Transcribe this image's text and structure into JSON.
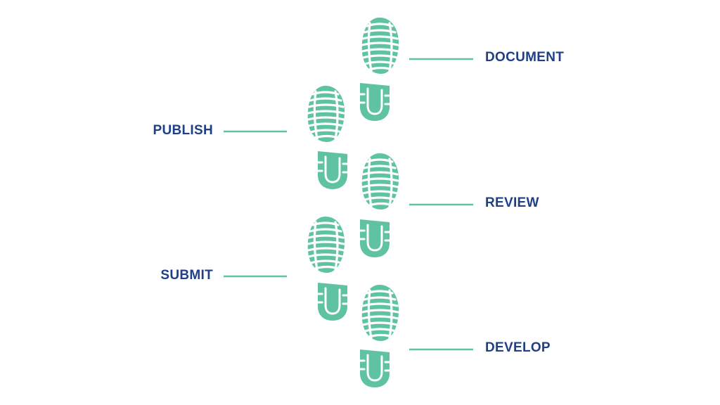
{
  "colors": {
    "footprint": "#5fc3a3",
    "connector": "#5fc3a3",
    "label": "#1f3f86"
  },
  "steps": [
    {
      "label": "DEVELOP",
      "side": "right",
      "order": 1
    },
    {
      "label": "SUBMIT",
      "side": "left",
      "order": 2
    },
    {
      "label": "REVIEW",
      "side": "right",
      "order": 3
    },
    {
      "label": "PUBLISH",
      "side": "left",
      "order": 4
    },
    {
      "label": "DOCUMENT",
      "side": "right",
      "order": 5
    }
  ]
}
